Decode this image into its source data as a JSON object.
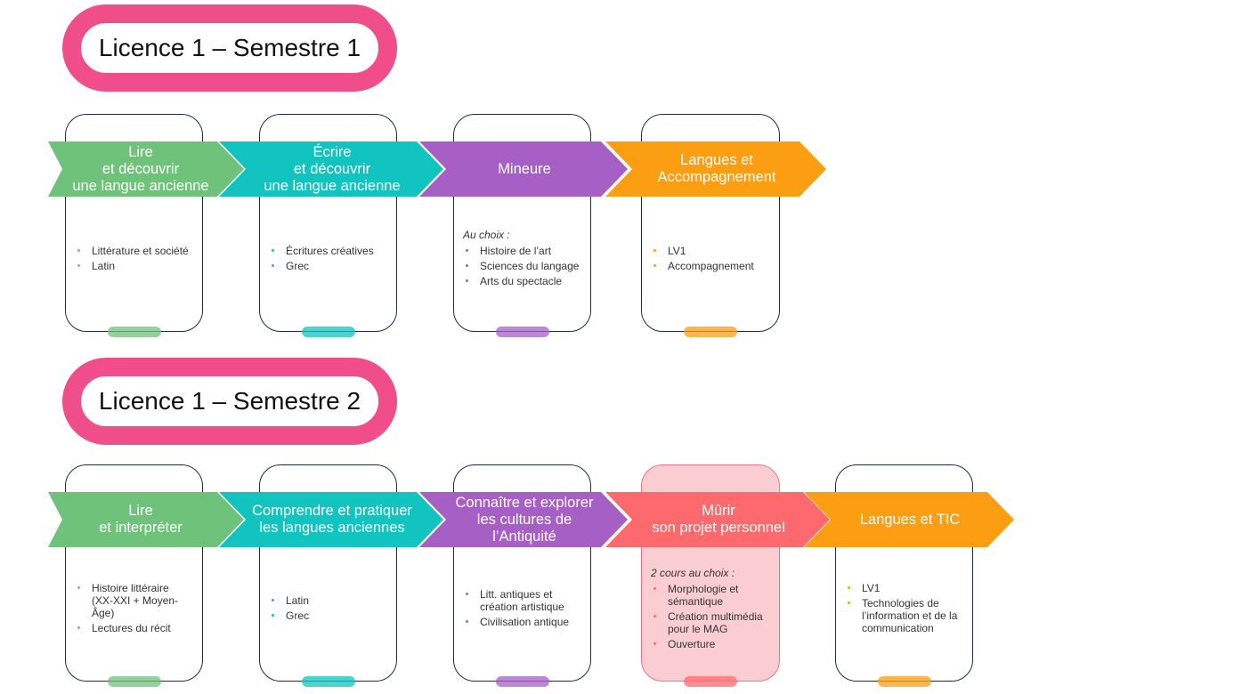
{
  "semesters": [
    {
      "title": "Licence 1 – Semestre 1",
      "columns": [
        {
          "heading": [
            "Lire",
            "et découvrir",
            "une langue ancienne"
          ],
          "color": "#6ec27a",
          "intro": "",
          "items": [
            "Littérature et société",
            "Latin"
          ]
        },
        {
          "heading": [
            "Écrire",
            "et découvrir",
            "une langue ancienne"
          ],
          "color": "#12c4bf",
          "intro": "",
          "items": [
            "Écritures créatives",
            "Grec"
          ]
        },
        {
          "heading": [
            "Mineure"
          ],
          "color": "#a65fc5",
          "intro": "Au choix :",
          "items": [
            "Histoire de l’art",
            "Sciences du langage",
            "Arts du spectacle"
          ]
        },
        {
          "heading": [
            "Langues et",
            "Accompagnement"
          ],
          "color": "#fc9e12",
          "intro": "",
          "items": [
            "LV1",
            "Accompagnement"
          ]
        }
      ]
    },
    {
      "title": "Licence 1 – Semestre 2",
      "columns": [
        {
          "heading": [
            "Lire",
            "et interpréter"
          ],
          "color": "#6ec27a",
          "intro": "",
          "items": [
            "Histoire littéraire (XX-XXI + Moyen-Âge)",
            "Lectures du récit"
          ]
        },
        {
          "heading": [
            "Comprendre et pratiquer",
            "les langues anciennes"
          ],
          "color": "#12c4bf",
          "intro": "",
          "items": [
            "Latin",
            "Grec"
          ]
        },
        {
          "heading": [
            "Connaître et explorer",
            "les cultures de l’Antiquité"
          ],
          "color": "#a65fc5",
          "intro": "",
          "items": [
            "Litt. antiques et création artistique",
            "Civilisation antique"
          ]
        },
        {
          "heading": [
            "Mûrir",
            "son projet personnel"
          ],
          "color": "#fc6a6e",
          "intro": "2 cours au choix :",
          "items": [
            "Morphologie et sémantique",
            "Création multimédia pour le MAG",
            "Ouverture"
          ]
        },
        {
          "heading": [
            "Langues et TIC"
          ],
          "color": "#fc9e12",
          "intro": "",
          "items": [
            "LV1",
            "Technologies de l’information et de la communication"
          ]
        }
      ]
    }
  ]
}
